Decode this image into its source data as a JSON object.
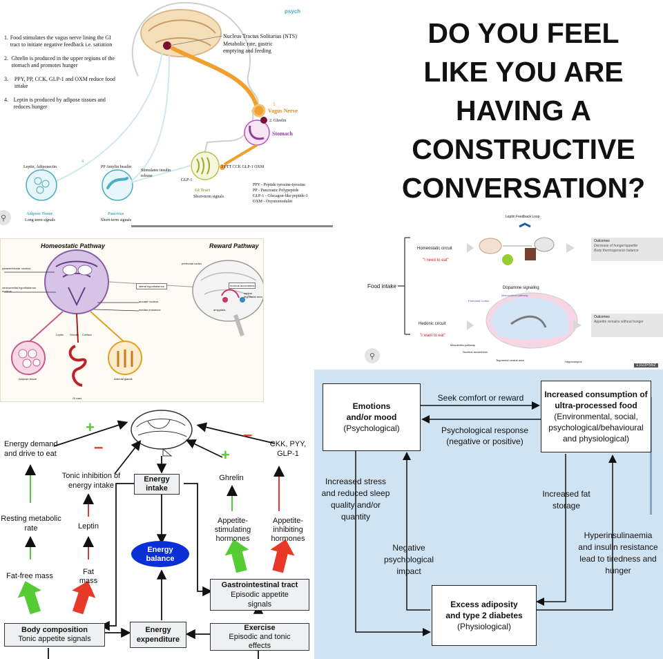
{
  "headline": {
    "lines": [
      "DO YOU FEEL",
      "LIKE YOU ARE",
      "HAVING A",
      "CONSTRUCTIVE",
      "CONVERSATION?"
    ]
  },
  "p1": {
    "logo": "psych",
    "list": [
      {
        "n": "1.",
        "t": "Food stimulates the vagus nerve lining the GI tract to initiate negative feedback i.e. satiation"
      },
      {
        "n": "2.",
        "t": "Ghrelin is produced in the upper regions of the stomach and promotes hunger"
      },
      {
        "n": "3.",
        "t": "PPY, PP, CCK, GLP-1 and OXM reduce food intake"
      },
      {
        "n": "4.",
        "t": "Leptin is produced by adipose tissues and reduces hunger"
      }
    ],
    "nts_title": "Nucleus Tractus Solitarius (NTS)",
    "nts_desc": "Metabolic rate, gastric emptying and feeding",
    "vagus_num": "1",
    "vagus": "Vagus Nerve",
    "ghrelin": "2. Ghrelin",
    "stomach": "Stomach",
    "leptin_label": "Leptin, Adiponectin",
    "num4": "4",
    "pp_label": "PP Amylin Insulin",
    "stim": "Stimulates insulin release",
    "glp": "GLP-1",
    "ptt": "3 PTT CCK GLP-1 OXM",
    "adipose": "Adipose Tissue",
    "adipose_sub": "Long-term signals",
    "pancreas": "Pancreas",
    "pancreas_sub": "Short-term signals",
    "gi": "GI Tract",
    "gi_sub": "Short-term signals",
    "legend": [
      "PPY - Peptide tyrosine-tyrosine",
      "PP - Pancreatic Polypeptide",
      "GLP-1 - Glucagon-like peptide-1",
      "OXM - Oxyntomodulin"
    ]
  },
  "p2": {
    "homeo": "Homeostatic Pathway",
    "reward": "Reward Pathway",
    "left_labels": [
      "paraventricular nucleus",
      "ventromedial hypothalamus nucleus"
    ],
    "mid_labels": [
      "lateral hypothalamus",
      "arcuate nucleus",
      "median eminence"
    ],
    "right_labels": [
      "prefrontal cortex",
      "nucleus accumbens",
      "ventral tegmental area",
      "amygdala"
    ],
    "hormones": [
      "Leptin",
      "Ghrelin",
      "Cortisol"
    ],
    "organs": [
      "Adipose tissue",
      "GI tract",
      "Adrenal glands"
    ]
  },
  "p3": {
    "title": "Leptin Feedback Loop",
    "food_intake": "Food intake",
    "homeo": "Homeostatic circuit",
    "need": "\"I need to eat\"",
    "hedonic": "Hedonic circuit",
    "want": "\"I want to eat\"",
    "dopamine": "Dopamine signaling",
    "outcomes1_title": "Outcomes",
    "outcomes1": [
      "Decrease of hunger/appetite",
      "Body thermogenesis balance"
    ],
    "outcomes2_title": "Outcomes",
    "outcomes2": [
      "Appetite remains without hunger"
    ],
    "brain_labels": [
      "Prefrontal Cortex",
      "Mesocortical pathway",
      "Mesolimbic pathway",
      "Nucleus accumbens",
      "Tegmental ventral area",
      "Hippocampus"
    ],
    "size": "1,023×552"
  },
  "p4": {
    "energy_demand": "Energy demand and drive to eat",
    "tonic": "Tonic inhibition of energy intake",
    "ckk": "CKK, PYY, GLP-1",
    "ghrelin": "Ghrelin",
    "energy_intake": "Energy intake",
    "resting": "Resting metabolic rate",
    "leptin": "Leptin",
    "appetite_stim": "Appetite-stimulating hormones",
    "appetite_inhib": "Appetite-inhibiting hormones",
    "energy_balance": "Energy balance",
    "ffm": "Fat-free mass",
    "fat": "Fat mass",
    "gi_title": "Gastrointestinal tract",
    "gi_sub": "Episodic appetite signals",
    "body_title": "Body composition",
    "body_sub": "Tonic appetite signals",
    "expenditure": "Energy expenditure",
    "exercise_title": "Exercise",
    "exercise_sub": "Episodic and tonic effects",
    "plus": "+",
    "minus": "–"
  },
  "p5": {
    "emotions": "Emotions and/or mood",
    "emotions_sub": "(Psychological)",
    "consumption": "Increased consumption of ultra-processed food",
    "consumption_sub": "(Environmental, social, psychological/behavioural and physiological)",
    "seek": "Seek comfort or reward",
    "psych_resp": "Psychological response (negative or positive)",
    "stress": "Increased stress and reduced sleep quality and/or quantity",
    "fat_storage": "Increased fat storage",
    "negative": "Negative psychological impact",
    "hyper": "Hyperinsulinaemia and insulin resistance lead to tiredness and hunger",
    "adiposity": "Excess adiposity and type 2 diabetes",
    "adiposity_sub": "(Physiological)"
  },
  "colors": {
    "accent_orange": "#f0a030",
    "accent_purple": "#8a3fa0",
    "accent_teal": "#4aaec0",
    "green": "#55cc33",
    "red": "#e83828",
    "blue_panel": "#cfe3f3",
    "energy_blue": "#0a2fd6"
  }
}
